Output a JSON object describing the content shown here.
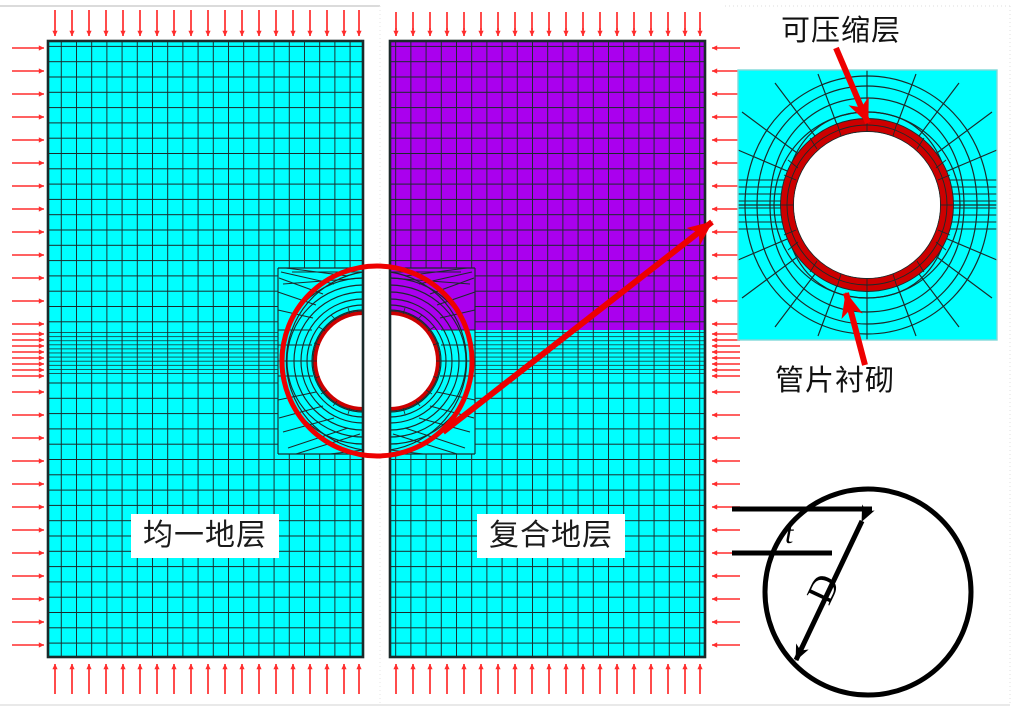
{
  "figure": {
    "type": "fem-mesh-diagram",
    "title_visible": false,
    "background": "#ffffff",
    "frame_line_color": "#cccccc"
  },
  "colors": {
    "soil_cyan": "#00ffff",
    "soil_purple": "#aa00ee",
    "lining_red": "#cc0000",
    "load_arrow_red": "#ff2d2d",
    "callout_red": "#ee0000",
    "mesh_line": "#1a2a2a",
    "tunnel_void": "#ffffff",
    "text": "#1a1a1a"
  },
  "models": [
    {
      "name": "homogeneous-model",
      "label": "均一地层",
      "strata": [
        {
          "name": "uniform-soil",
          "color": "#00ffff",
          "fraction": 1.0
        }
      ],
      "boundary_loads": {
        "top": "downward",
        "bottom": "upward",
        "left": "rightward"
      },
      "tunnel": {
        "half": "left",
        "lining": "segment-lining"
      }
    },
    {
      "name": "composite-model",
      "label": "复合地层",
      "strata": [
        {
          "name": "upper-soft-soil",
          "color": "#aa00ee",
          "fraction": 0.46
        },
        {
          "name": "lower-hard-rock",
          "color": "#00ffff",
          "fraction": 0.54
        }
      ],
      "boundary_loads": {
        "top": "downward",
        "bottom": "upward",
        "right": "leftward"
      },
      "tunnel": {
        "half": "right",
        "lining": "segment-lining"
      }
    }
  ],
  "callouts": {
    "compressible_layer": "可压缩层",
    "segment_lining": "管片衬砌",
    "zoom_circle": {
      "name": "detail-circle",
      "color": "#ee0000"
    },
    "zoom_arrow": {
      "name": "detail-arrow",
      "color": "#ee0000"
    }
  },
  "inset": {
    "name": "tunnel-detail-inset",
    "background": "#00ffff",
    "ring_color": "#cc0000",
    "void_color": "#ffffff"
  },
  "section_sketch": {
    "name": "lining-section-sketch",
    "thickness_symbol": "t",
    "diameter_symbol": "D",
    "circle_stroke": "#000000"
  }
}
